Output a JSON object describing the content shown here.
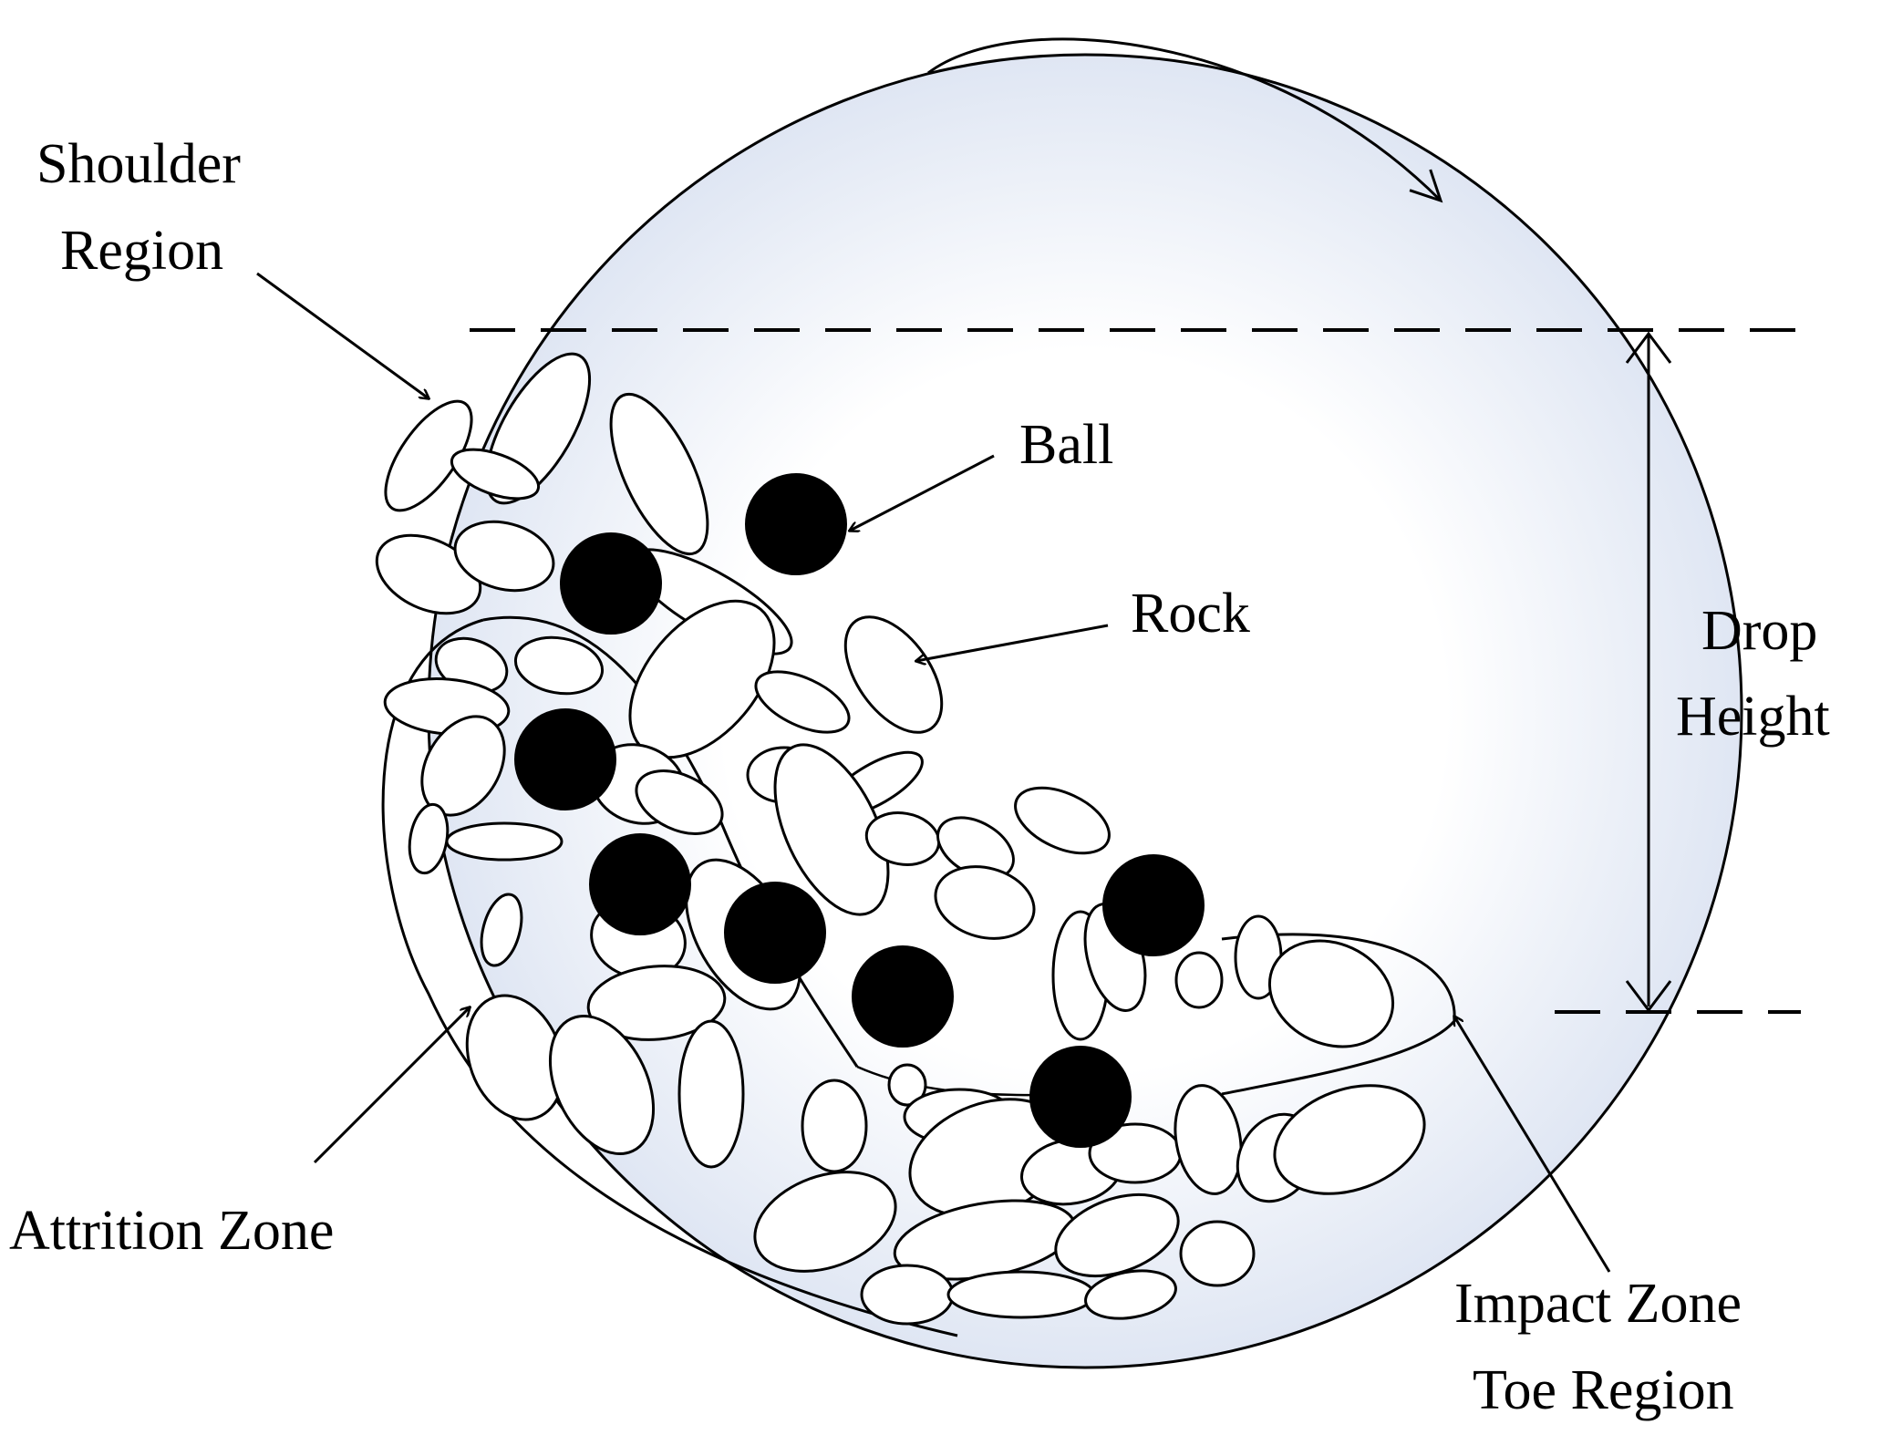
{
  "labels": {
    "shoulder_line1": "Shoulder",
    "shoulder_line2": "Region",
    "ball": "Ball",
    "rock": "Rock",
    "drop_line1": "Drop",
    "drop_line2": "Height",
    "attrition": "Attrition Zone",
    "impact_line1": "Impact Zone",
    "impact_line2": "Toe Region"
  },
  "colors": {
    "stroke": "#000000",
    "ball_fill": "#000000",
    "rock_fill": "#ffffff",
    "shading": "#dfe6f3"
  }
}
